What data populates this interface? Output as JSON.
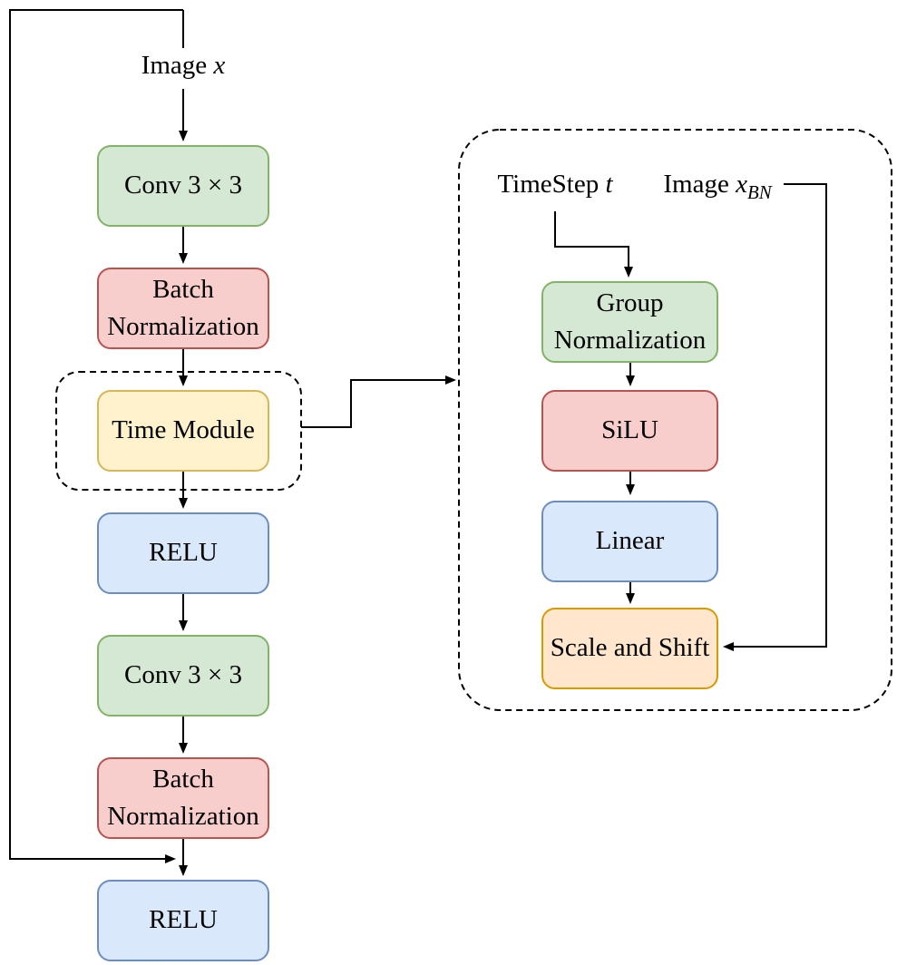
{
  "palette": {
    "green": {
      "fill": "#d5e8d4",
      "stroke": "#82b366"
    },
    "red": {
      "fill": "#f8cecc",
      "stroke": "#b85450"
    },
    "yellow": {
      "fill": "#fff2cc",
      "stroke": "#d6b656"
    },
    "blue": {
      "fill": "#dae8fc",
      "stroke": "#6c8ebf"
    },
    "orange": {
      "fill": "#ffe6cc",
      "stroke": "#d79b00"
    },
    "line": "#000000"
  },
  "labels": {
    "input": {
      "prefix": "Image ",
      "var": "x"
    },
    "timestep": {
      "prefix": "TimeStep ",
      "var": "t"
    },
    "image_bn": {
      "prefix": "Image ",
      "var": "x",
      "sub": "BN"
    }
  },
  "nodes": {
    "conv1": {
      "label": "Conv 3 × 3",
      "color": "green"
    },
    "bn1": {
      "label": "Batch Normalization",
      "color": "red"
    },
    "time_module": {
      "label": "Time Module",
      "color": "yellow"
    },
    "relu1": {
      "label": "RELU",
      "color": "blue"
    },
    "conv2": {
      "label": "Conv 3 × 3",
      "color": "green"
    },
    "bn2": {
      "label": "Batch Normalization",
      "color": "red"
    },
    "relu2": {
      "label": "RELU",
      "color": "blue"
    },
    "group_norm": {
      "label": "Group Normalization",
      "color": "green"
    },
    "silu": {
      "label": "SiLU",
      "color": "red"
    },
    "linear": {
      "label": "Linear",
      "color": "blue"
    },
    "scale_shift": {
      "label": "Scale and Shift",
      "color": "orange"
    }
  }
}
